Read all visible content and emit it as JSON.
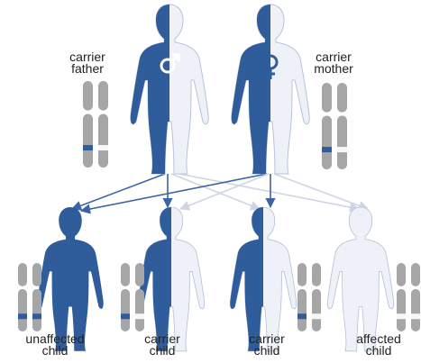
{
  "colors": {
    "affected": "#2f5d9c",
    "unaffected": "#eef2f8",
    "outline": "#b8c3d8",
    "chromosome": "#a6a6a6",
    "allele_blue": "#2f5d9c",
    "allele_white": "#f7f7f7",
    "arrow_from_father": "#3b64a3",
    "arrow_from_mother": "#cfd6e2"
  },
  "parents": [
    {
      "id": "father",
      "label_line1": "carrier",
      "label_line2": "father",
      "symbol": "male-symbol",
      "fill": "split"
    },
    {
      "id": "mother",
      "label_line1": "carrier",
      "label_line2": "mother",
      "symbol": "female-symbol",
      "fill": "split"
    }
  ],
  "children": [
    {
      "id": "child-1",
      "label_line1": "unaffected",
      "label_line2": "child",
      "fill": "blue",
      "alleles": [
        "blue",
        "blue"
      ]
    },
    {
      "id": "child-2",
      "label_line1": "carrier",
      "label_line2": "child",
      "fill": "split",
      "alleles": [
        "blue",
        "white"
      ]
    },
    {
      "id": "child-3",
      "label_line1": "carrier",
      "label_line2": "child",
      "fill": "split",
      "alleles": [
        "blue",
        "white"
      ]
    },
    {
      "id": "child-4",
      "label_line1": "affected",
      "label_line2": "child",
      "fill": "white",
      "alleles": [
        "white",
        "white"
      ]
    }
  ]
}
